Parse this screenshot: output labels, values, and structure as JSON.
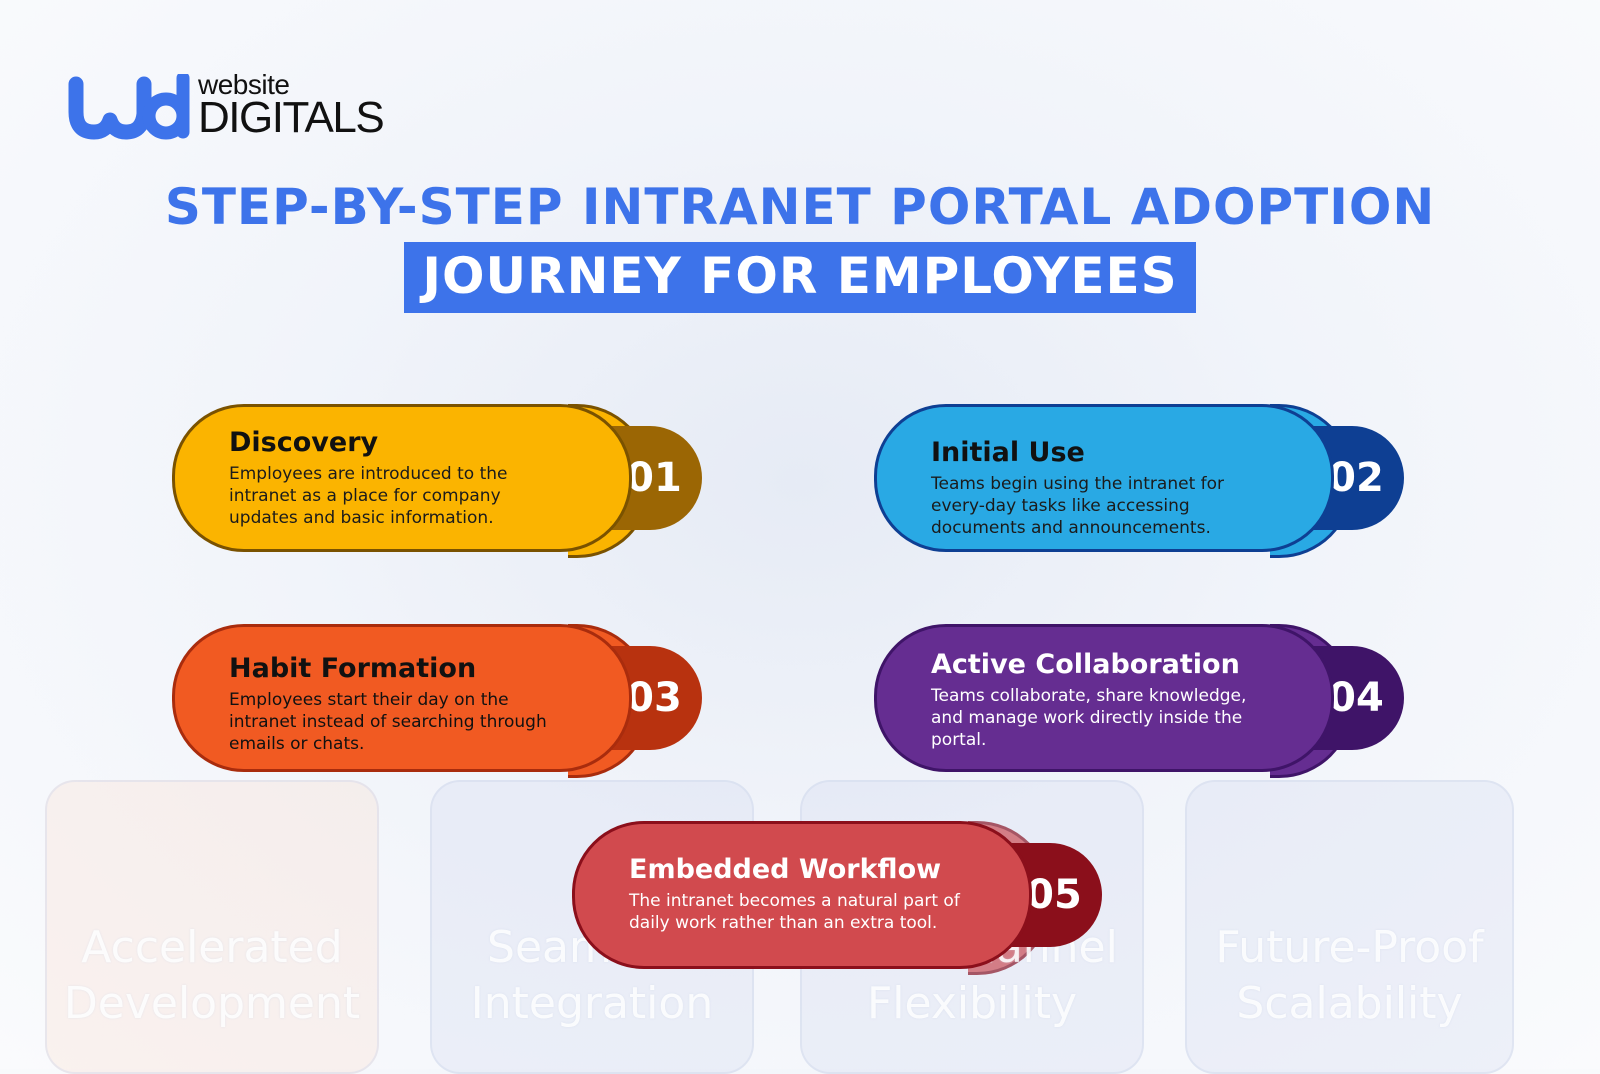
{
  "logo": {
    "mark": "wd",
    "line_1": "website",
    "line_2": "DIGITALS",
    "brand_color": "#3d73ea"
  },
  "title": {
    "line_1": "STEP-BY-STEP INTRANET PORTAL ADOPTION",
    "line_2": "JOURNEY FOR EMPLOYEES"
  },
  "steps": [
    {
      "number": "01",
      "title": "Discovery",
      "description": "Employees are introduced to the intranet as a place for company updates and basic information.",
      "color": "#fbb400",
      "tab_color": "#9b6604"
    },
    {
      "number": "02",
      "title": "Initial Use",
      "description": "Teams begin using the intranet for every-day tasks like accessing documents and announcements.",
      "color": "#29a9e4",
      "tab_color": "#0e3f93"
    },
    {
      "number": "03",
      "title": "Habit Formation",
      "description": "Employees start their day on the intranet instead of searching through emails or chats.",
      "color": "#f15a22",
      "tab_color": "#b8320f"
    },
    {
      "number": "04",
      "title": "Active Collaboration",
      "description": "Teams collaborate, share knowledge, and manage work directly inside the portal.",
      "color": "#652d91",
      "tab_color": "#3f1468"
    },
    {
      "number": "05",
      "title": "Embedded Workflow",
      "description": "The intranet becomes a natural part of daily work rather than an extra tool.",
      "color": "#d14a4e",
      "tab_color": "#8b0f1b"
    }
  ],
  "background_cards": [
    {
      "line_1": "Accelerated",
      "line_2": "Development"
    },
    {
      "line_1": "Seamless",
      "line_2": "Integration"
    },
    {
      "line_1": "Omnichannel",
      "line_2": "Flexibility"
    },
    {
      "line_1": "Future-Proof",
      "line_2": "Scalability"
    }
  ]
}
